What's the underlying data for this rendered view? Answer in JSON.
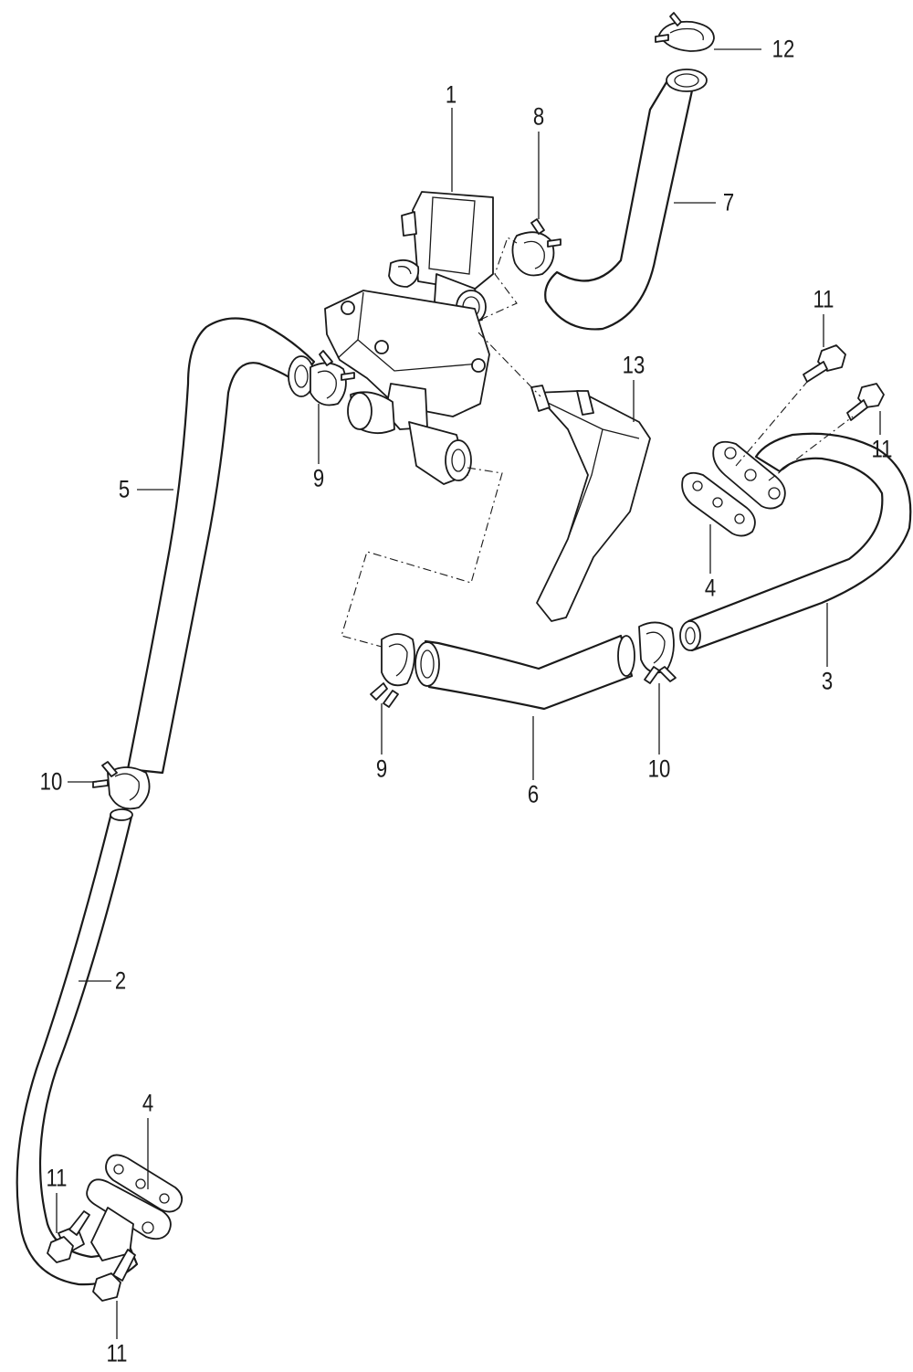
{
  "callouts": {
    "c1": "1",
    "c2": "2",
    "c3": "3",
    "c4a": "4",
    "c4b": "4",
    "c5": "5",
    "c6": "6",
    "c7": "7",
    "c8": "8",
    "c9a": "9",
    "c9b": "9",
    "c10a": "10",
    "c10b": "10",
    "c11a": "11",
    "c11b": "11",
    "c11c": "11",
    "c11d": "11",
    "c12": "12",
    "c13": "13"
  },
  "colors": {
    "line": "#1a1a1a",
    "fill": "#ffffff"
  }
}
